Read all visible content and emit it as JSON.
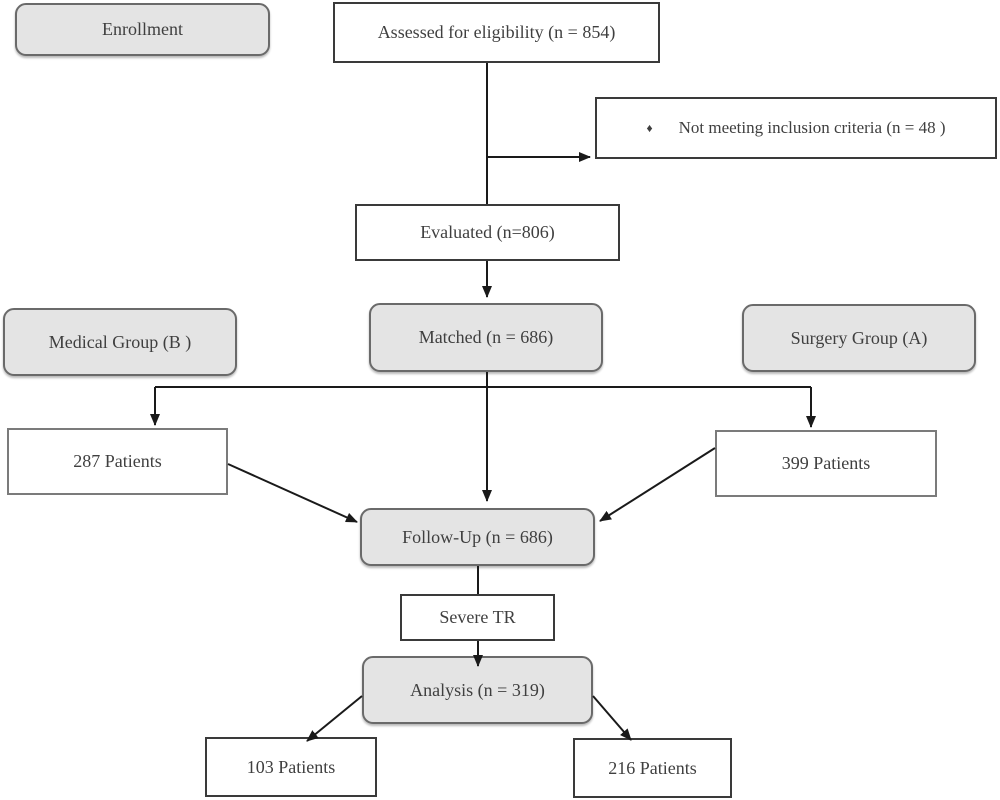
{
  "diagram": {
    "title": "Patient enrollment flow diagram",
    "nodes": {
      "enrollment": {
        "label": "Enrollment"
      },
      "assessed": {
        "label": "Assessed for eligibility (n = 854)"
      },
      "not_meeting": {
        "label": "Not meeting inclusion criteria (n = 48 )",
        "bullet": "♦"
      },
      "evaluated": {
        "label": "Evaluated (n=806)"
      },
      "medical_group": {
        "label": "Medical Group (B )"
      },
      "matched": {
        "label": "Matched (n = 686)"
      },
      "surgery_group": {
        "label": "Surgery Group (A)"
      },
      "patients_287": {
        "label": "287 Patients"
      },
      "patients_399": {
        "label": "399 Patients"
      },
      "follow_up": {
        "label": "Follow-Up (n = 686)"
      },
      "severe_tr": {
        "label": "Severe TR"
      },
      "analysis": {
        "label": "Analysis (n = 319)"
      },
      "patients_103": {
        "label": "103 Patients"
      },
      "patients_216": {
        "label": "216 Patients"
      }
    },
    "colors": {
      "node_fill_gray": "#e4e4e4",
      "node_fill_white": "#ffffff",
      "border_dark": "#3a3a3a",
      "border_gray": "#6a6a6a",
      "line": "#1a1a1a",
      "text": "#3f3f3f"
    }
  }
}
